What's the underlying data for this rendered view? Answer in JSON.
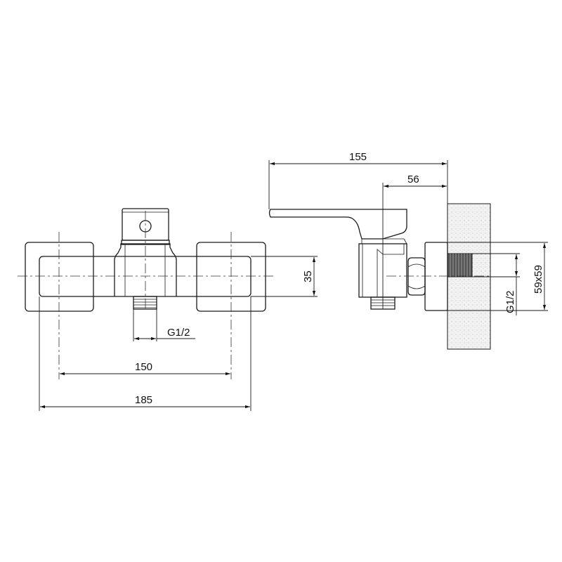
{
  "front_view": {
    "dim_width_total": "185",
    "dim_centers": "150",
    "dim_height": "35",
    "dim_outlet_thread": "G1/2"
  },
  "side_view": {
    "dim_depth_total": "155",
    "dim_depth_wall": "56",
    "dim_inlet_thread": "G1/2",
    "dim_plate_size": "59x59"
  },
  "colors": {
    "line": "#1a1a1a",
    "wall_fill": "#e8e8e8"
  }
}
